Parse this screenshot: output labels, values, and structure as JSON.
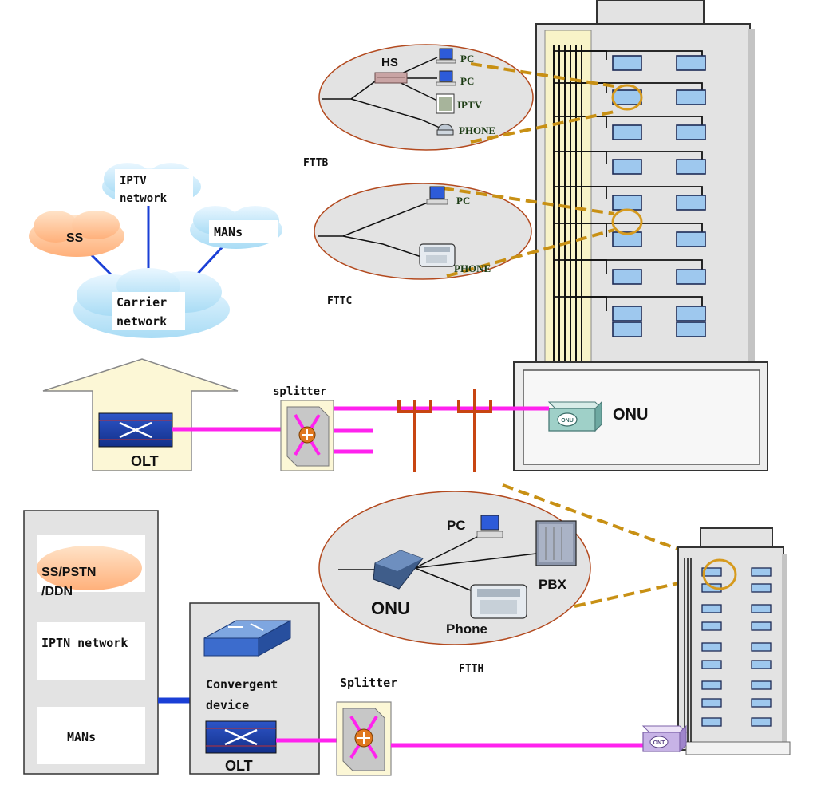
{
  "fttb": {
    "label": "FTTB",
    "hs": "HS",
    "devices": [
      "PC",
      "PC",
      "IPTV",
      "PHONE"
    ]
  },
  "fttc": {
    "label": "FTTC",
    "devices": [
      "PC",
      "PHONE"
    ]
  },
  "clouds": {
    "iptv_line1": "IPTV",
    "iptv_line2": "network",
    "ss": "SS",
    "mans": "MANs",
    "carrier_line1": "Carrier",
    "carrier_line2": "network"
  },
  "top": {
    "olt": "OLT",
    "splitter": "splitter",
    "onu": "ONU"
  },
  "ftth": {
    "label": "FTTH",
    "pc": "PC",
    "pbx": "PBX",
    "onu": "ONU",
    "phone": "Phone"
  },
  "bottom": {
    "ss_line1": "SS/PSTN",
    "ss_line2": "/DDN",
    "iptn": "IPTN network",
    "mans": "MANs",
    "convergent_line1": "Convergent",
    "convergent_line2": "device",
    "olt": "OLT",
    "splitter": "Splitter",
    "ont": "ONT"
  },
  "colors": {
    "fiber": "#ff22ee",
    "drop_cable": "#c86a00",
    "zoom_dash": "#c89014",
    "link": "#1a3fd6",
    "building": "#e3e3e3",
    "window": "#9ec8ee"
  }
}
